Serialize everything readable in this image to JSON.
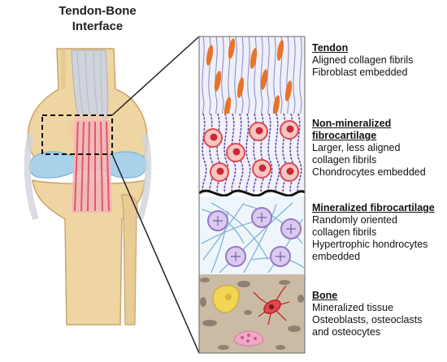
{
  "title": {
    "line1": "Tendon-Bone",
    "line2": "Interface"
  },
  "layers": [
    {
      "heading": "Tendon",
      "lines": [
        "Aligned collagen fibrils",
        "Fibroblast embedded"
      ]
    },
    {
      "heading_lines": [
        "Non-mineralized",
        "fibrocartilage"
      ],
      "lines": [
        "Larger, less aligned",
        "collagen fibrils",
        "Chondrocytes embedded"
      ]
    },
    {
      "heading": "Mineralized fibrocartilage",
      "lines": [
        "Randomly oriented",
        "collagen fibrils",
        "Hypertrophic hondrocytes",
        "embedded"
      ]
    },
    {
      "heading": "Bone",
      "lines": [
        "Mineralized tissue",
        "Osteoblasts, osteoclasts",
        "and osteocytes"
      ]
    }
  ],
  "colors": {
    "bone": "#f0d9a8",
    "cartilage": "#a9d2ea",
    "tendon": "#c9cdd6",
    "insertion": "#e05a6a",
    "fibroblast": "#e8742a",
    "chondrocyte": "#e0474f",
    "hypertrophic": "#9a76c8",
    "collagen": "#6a5fb0",
    "bone_matrix": "#cbbba4"
  }
}
